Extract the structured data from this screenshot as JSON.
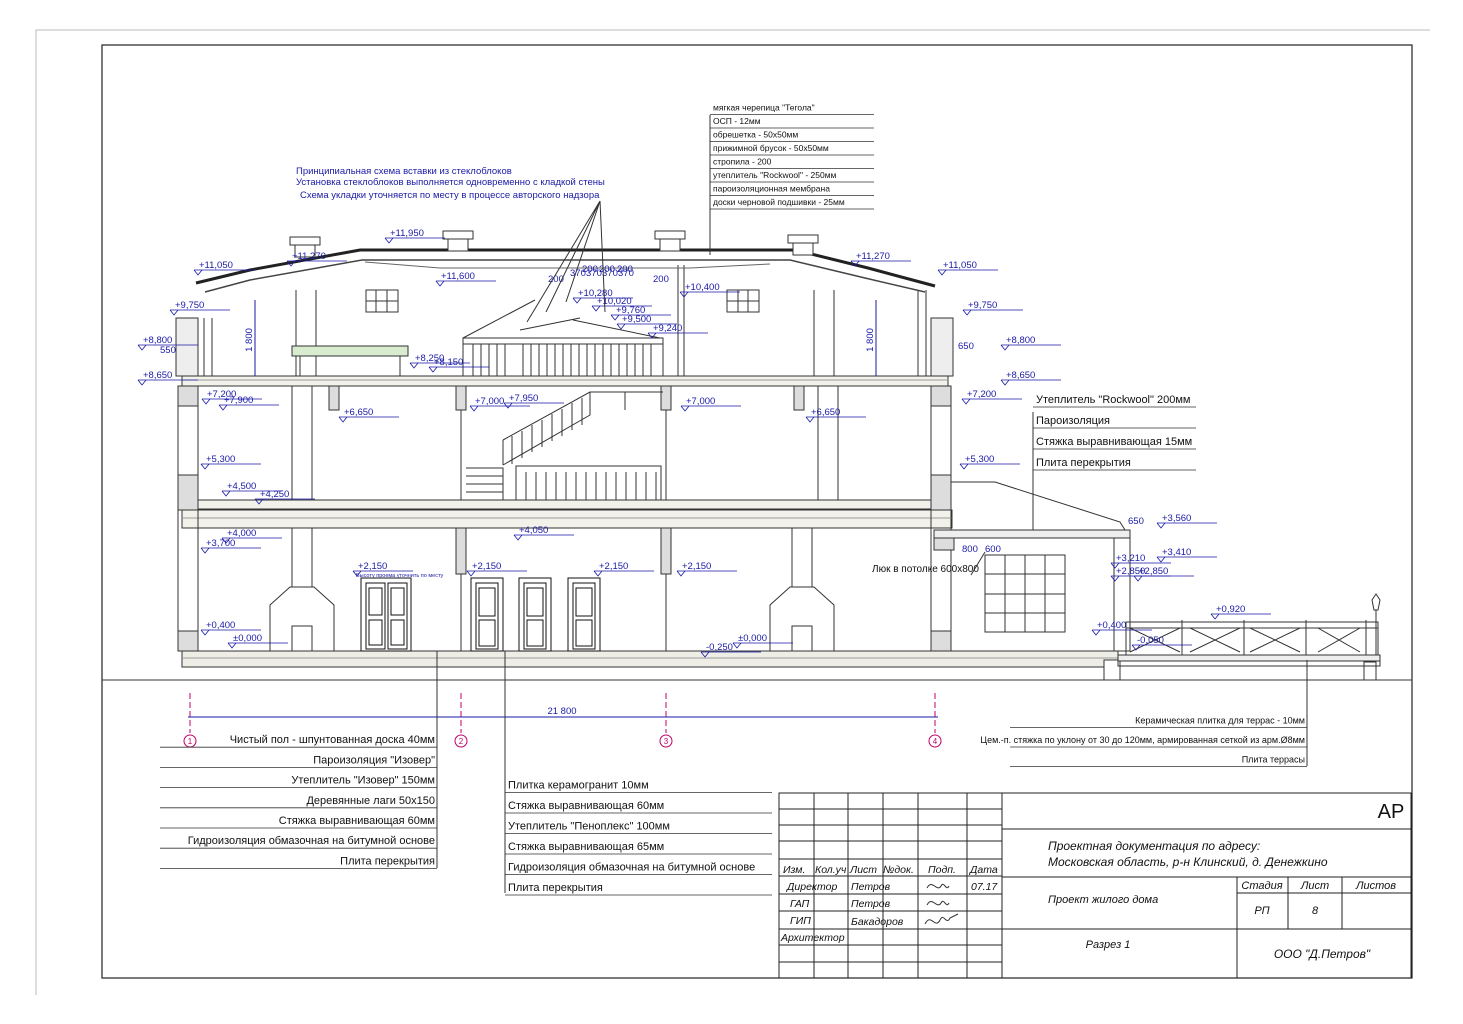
{
  "roof_layers": [
    "мягкая черепица \"Тегола\"",
    "ОСП - 12мм",
    "обрешетка - 50х50мм",
    "прижимной брусок - 50х50мм",
    "стропила - 200",
    "утеплитель \"Rockwool\" - 250мм",
    "пароизоляционная мембрана",
    "доски черновой подшивки - 25мм"
  ],
  "glassblock_notes": [
    "Принципиальная схема вставки из стеклоблоков",
    "Установка стеклоблоков выполняется одновременно с кладкой стены",
    "Схема укладки уточняется по месту в процессе авторского надзора"
  ],
  "floor_slab_layers": [
    "Утеплитель \"Rockwool\" 200мм",
    "Пароизоляция",
    "Стяжка выравнивающая 15мм",
    "Плита перекрытия"
  ],
  "ground_floor_layers_left": [
    "Чистый пол - шпунтованная доска 40мм",
    "Пароизоляция \"Изовер\"",
    "Утеплитель \"Изовер\" 150мм",
    "Деревянные лаги 50х150",
    "Стяжка выравнивающая 60мм",
    "Гидроизоляция обмазочная на битумной основе",
    "Плита перекрытия"
  ],
  "ground_floor_layers_mid": [
    "Плитка керамогранит 10мм",
    "Стяжка выравнивающая 60мм",
    "Утеплитель \"Пеноплекс\" 100мм",
    "Стяжка выравнивающая 65мм",
    "Гидроизоляция обмазочная на битумной основе",
    "Плита перекрытия"
  ],
  "terrace_layers": [
    "Керамическая плитка для террас  - 10мм",
    "Цем.-п. стяжка по уклону от 30 до 120мм, армированная сеткой  из арм.Ø8мм",
    "Плита террасы"
  ],
  "elevations": [
    "+11,950",
    "+11,600",
    "+11,270",
    "+11,270",
    "+11,050",
    "+11,050",
    "+10,400",
    "+10,280",
    "+10,020",
    "+9,760",
    "+9,500",
    "+9,240",
    "+9,750",
    "+9,750",
    "+8,800",
    "+8,800",
    "+8,650",
    "+8,650",
    "+8,250",
    "+8,150",
    "+7,900",
    "+7,950",
    "+7,200",
    "+7,200",
    "+7,000",
    "+7,000",
    "+6,650",
    "+6,650",
    "+5,300",
    "+5,300",
    "+4,500",
    "+4,250",
    "+4,050",
    "+4,000",
    "+3,700",
    "+3,560",
    "+3,410",
    "+3,210",
    "+2,850",
    "+2,850",
    "+2,150",
    "+2,150",
    "+2,150",
    "+2,150",
    "+0,920",
    "+0,400",
    "+0,400",
    "±0,000",
    "±0,000",
    "-0,250",
    "-0,050"
  ],
  "vertical_dims": [
    "1 800",
    "1 800"
  ],
  "small_dims": [
    "200",
    "370",
    "200",
    "200",
    "200",
    "370",
    "370",
    "370",
    "200",
    "550",
    "650",
    "650",
    "800",
    "600"
  ],
  "axes": [
    "1",
    "2",
    "3",
    "4"
  ],
  "overall_dim": "21 800",
  "hatch_label": "Люк в потолке 600х800",
  "opening_note": "Высоту проема уточнить по месту",
  "title_block": {
    "code": "АР",
    "project_address_1": "Проектная документация по адресу:",
    "project_address_2": "Московская область, р-н Клинский, д. Денежкино",
    "object": "Проект жилого дома",
    "sheet_title": "Разрез 1",
    "company": "ООО \"Д.Петров\"",
    "stage_h": "Стадия",
    "sheet_h": "Лист",
    "sheets_h": "Листов",
    "stage": "РП",
    "sheet": "8",
    "header": [
      "Изм.",
      "Кол.уч",
      "Лист",
      "№док.",
      "Подп.",
      "Дата"
    ],
    "roles": [
      "Директор",
      "ГАП",
      "ГИП",
      "Архитектор"
    ],
    "names": [
      "Петров",
      "Петров",
      "Бакадоров",
      ""
    ],
    "date": "07.17"
  }
}
